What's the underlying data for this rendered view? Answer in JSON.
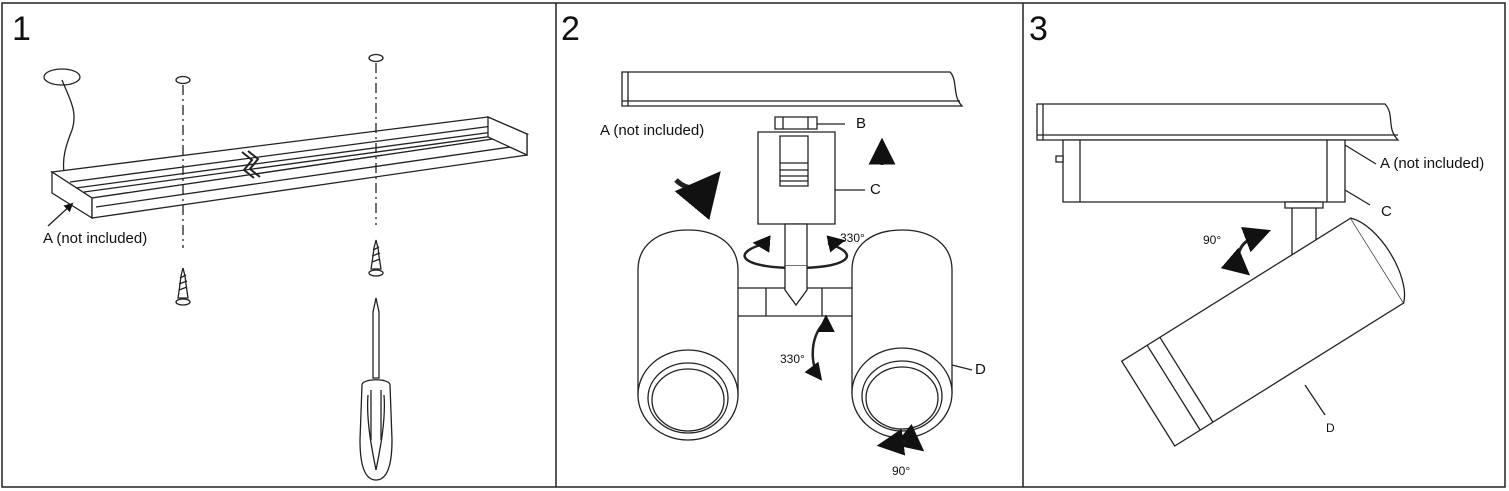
{
  "panels": [
    {
      "step": "1",
      "labels": {
        "track": "A (not included)"
      },
      "parts": [
        "track-rail",
        "cable",
        "screw-left",
        "screw-right",
        "screwdriver"
      ]
    },
    {
      "step": "2",
      "labels": {
        "track": "A (not included)",
        "adapter_pin": "B",
        "adapter": "C",
        "rotation_horizontal": "330°",
        "rotation_vertical": "330°",
        "head": "D",
        "tilt": "90°"
      }
    },
    {
      "step": "3",
      "labels": {
        "track": "A (not included)",
        "adapter": "C",
        "tilt": "90°",
        "head": "D"
      }
    }
  ]
}
